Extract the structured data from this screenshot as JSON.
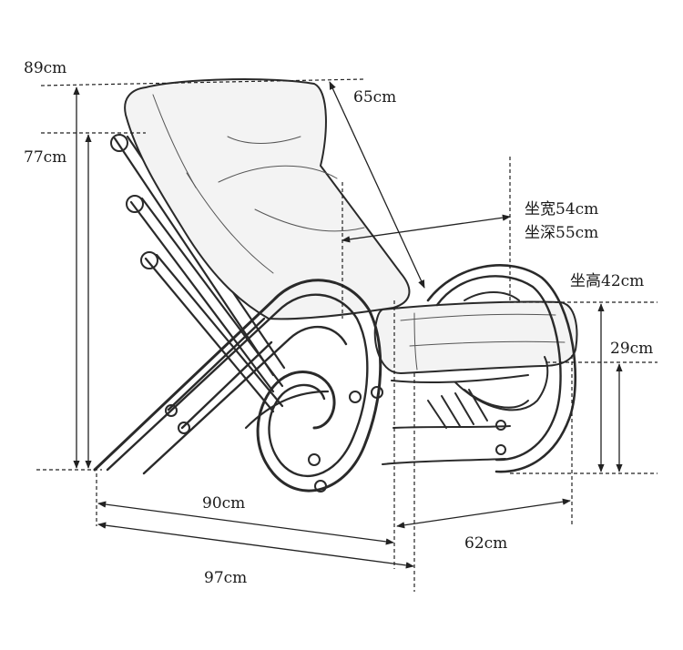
{
  "dimensions": {
    "total_height": "89cm",
    "back_height": "77cm",
    "back_length": "65cm",
    "seat_width": "坐宽54cm",
    "seat_depth": "坐深55cm",
    "seat_height": "坐高42cm",
    "armrest_height": "29cm",
    "base_length": "90cm",
    "total_length": "97cm",
    "depth": "62cm"
  }
}
